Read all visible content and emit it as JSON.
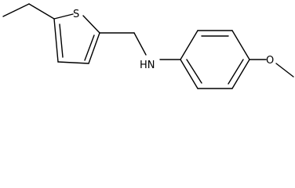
{
  "molecule": {
    "atoms": {
      "sulfur": "S",
      "amine": "HN",
      "ether_oxygen": "O"
    }
  },
  "colors": {
    "bond": "#000000",
    "label": "#000000",
    "background": "#ffffff"
  }
}
